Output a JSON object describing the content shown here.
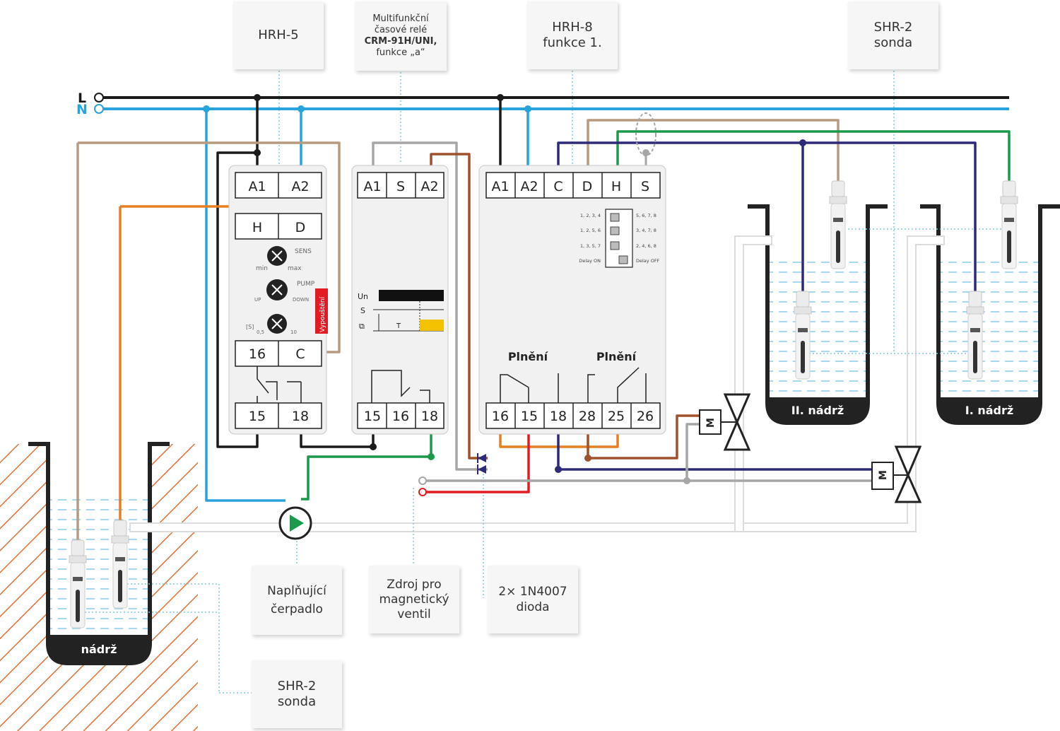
{
  "lines": {
    "l_label": "L",
    "n_label": "N"
  },
  "callouts": {
    "hrh5": "HRH-5",
    "crm_lines": [
      "Multifunkční",
      "časové relé",
      "CRM-91H/UNI,",
      "funkce „a“"
    ],
    "hrh8": [
      "HRH-8",
      "funkce 1."
    ],
    "shr2_top": [
      "SHR-2",
      "sonda"
    ],
    "pump": [
      "Naplňující",
      "čerpadlo"
    ],
    "source": [
      "Zdroj pro",
      "magnetický",
      "ventil"
    ],
    "diode": [
      "2× 1N4007",
      "dioda"
    ],
    "shr2_bottom": [
      "SHR-2",
      "sonda"
    ]
  },
  "hrh5": {
    "top_terminals": [
      "A1",
      "A2"
    ],
    "mid_terminals": [
      "H",
      "D"
    ],
    "knob_sens": "SENS",
    "knob_min": "min",
    "knob_max": "max",
    "knob_pump": "PUMP",
    "knob_up": "UP",
    "knob_down": "DOWN",
    "knob_s": "[S]",
    "knob_low": "0,5",
    "knob_high": "10",
    "red_label": "Vypouštění",
    "out_terminals_top": [
      "16",
      "C"
    ],
    "bottom_terminals": [
      "15",
      "18"
    ]
  },
  "crm": {
    "top_terminals": [
      "A1",
      "S",
      "A2"
    ],
    "timing_un": "Un",
    "timing_s": "S",
    "timing_t": "T",
    "bottom_terminals": [
      "15",
      "16",
      "18"
    ]
  },
  "hrh8": {
    "top_terminals": [
      "A1",
      "A2",
      "C",
      "D",
      "H",
      "S"
    ],
    "dip_left": [
      "1, 2, 3, 4",
      "1, 2, 5, 6",
      "1, 3, 5, 7",
      "Delay ON"
    ],
    "dip_right": [
      "5, 6, 7, 8",
      "3, 4, 7, 8",
      "2, 4, 6, 8",
      "Delay OFF"
    ],
    "plneni_1": "Plnění",
    "plneni_2": "Plnění",
    "bottom_terminals": [
      "16",
      "15",
      "18",
      "28",
      "25",
      "26"
    ]
  },
  "tanks": {
    "tank_ii": "II. nádrž",
    "tank_i": "I. nádrž",
    "tank_main": "nádrž"
  },
  "motor_label": "M",
  "colors": {
    "phase": "#1a1a1a",
    "neutral": "#29a3dc",
    "brown": "#b89a7e",
    "orange": "#e67e22",
    "navy": "#2e2a7a",
    "green": "#1a9a4a",
    "rust": "#a0502a",
    "red": "#e21b23",
    "grey": "#a6a6a6",
    "water": "#a8d8ef"
  }
}
